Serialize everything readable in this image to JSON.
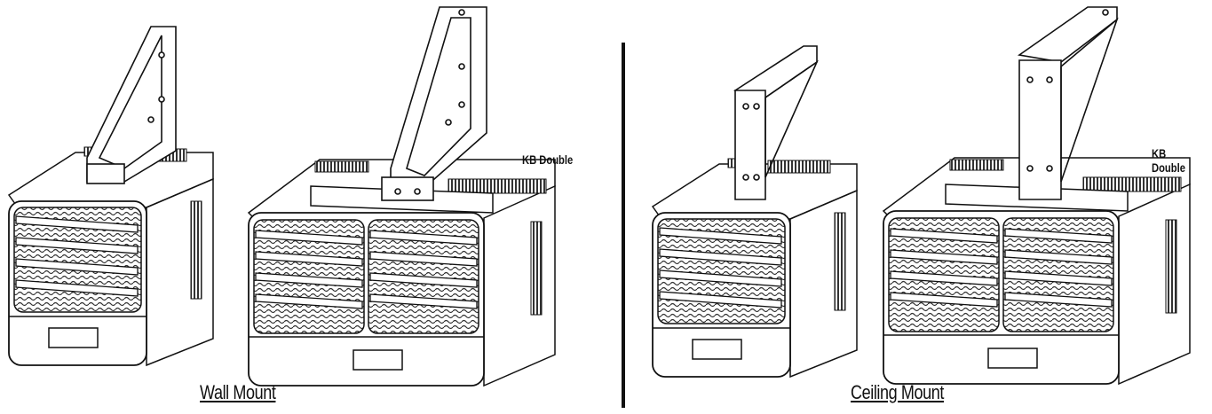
{
  "captions": {
    "left": "Wall Mount",
    "right": "Ceiling Mount"
  },
  "tags": {
    "left_double": "KB Double",
    "right_double": "KB Double"
  },
  "colors": {
    "ink": "#111111",
    "fill": "#ffffff",
    "grille": "#3a3a3a"
  },
  "icon_names": [
    "heater-single-icon",
    "heater-double-icon",
    "wall-bracket-icon",
    "ceiling-bracket-icon"
  ]
}
